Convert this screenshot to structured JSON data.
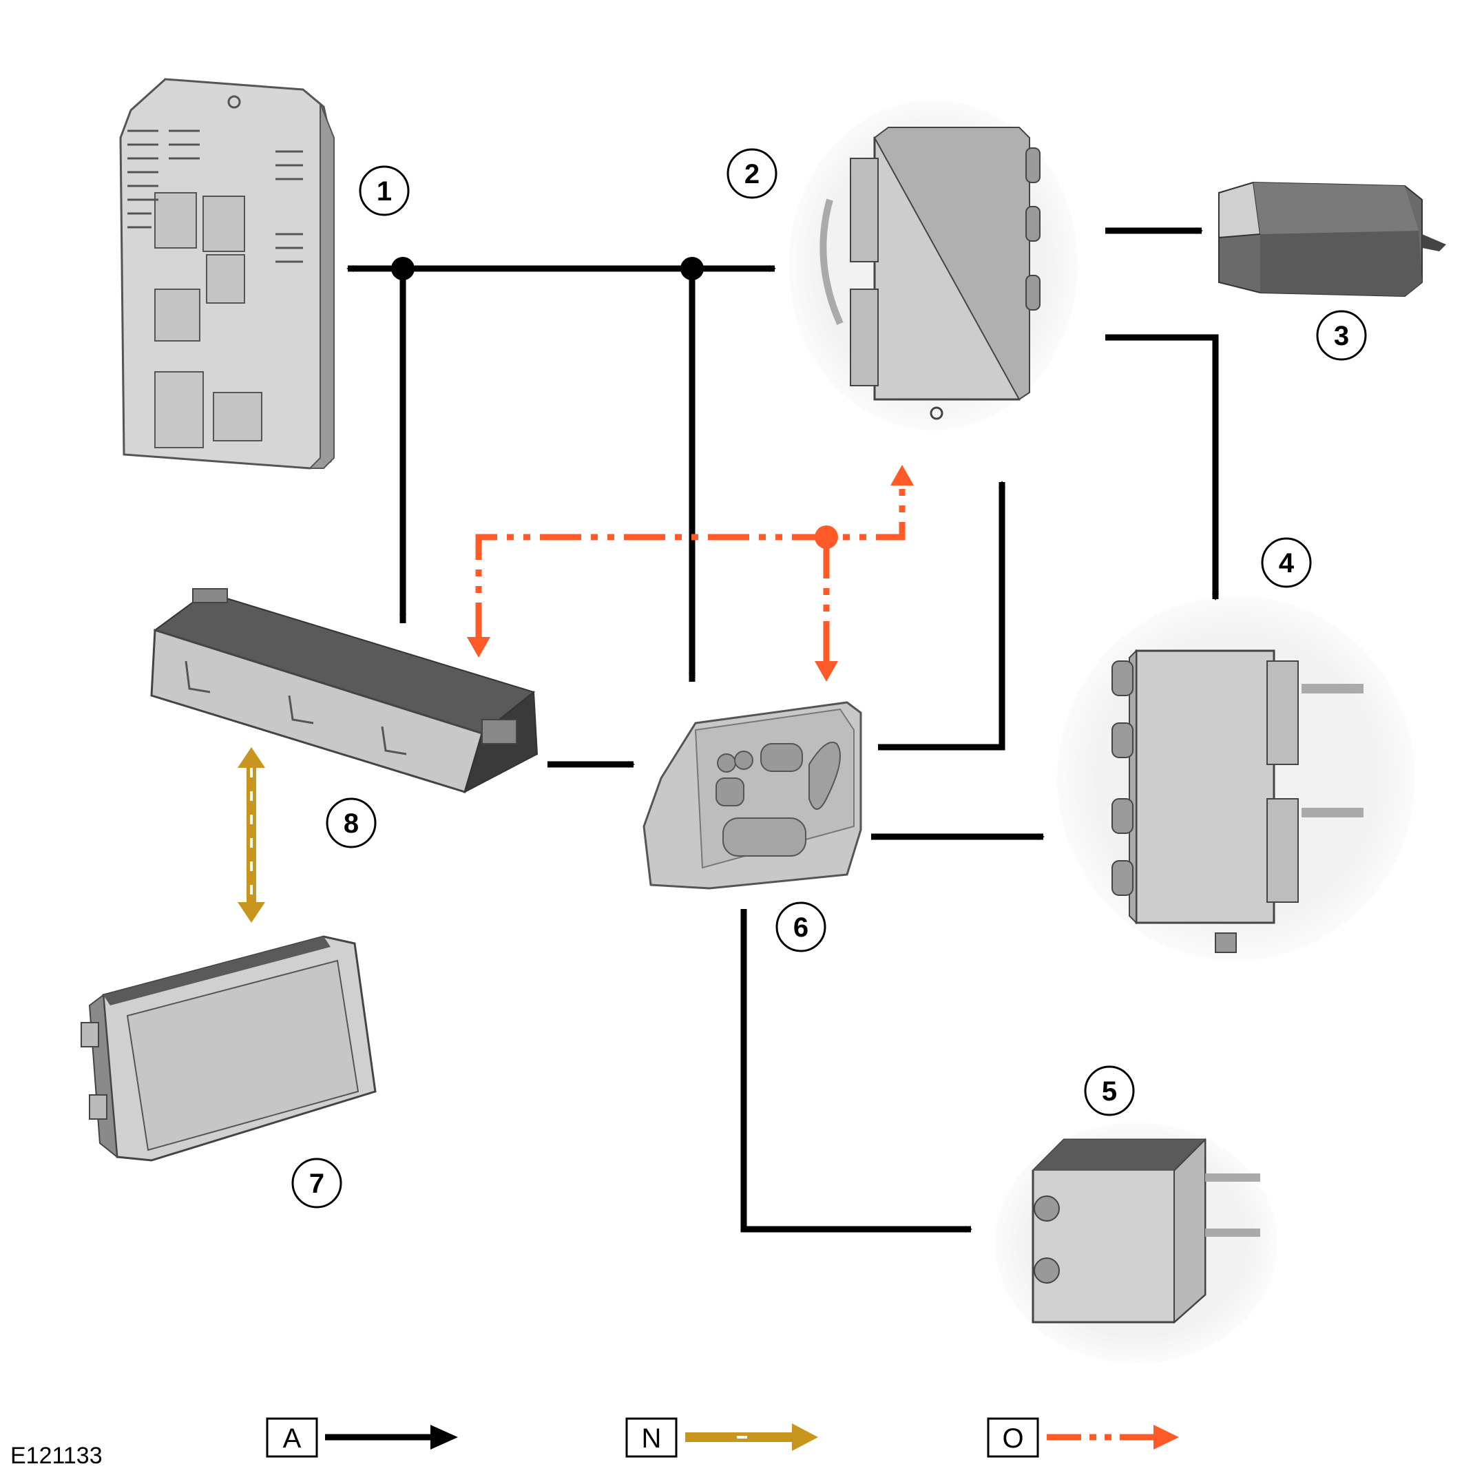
{
  "figure_id": "E121133",
  "callouts": [
    "1",
    "2",
    "3",
    "4",
    "5",
    "6",
    "7",
    "8"
  ],
  "legend": [
    {
      "key": "A",
      "color": "#000000",
      "style": "solid"
    },
    {
      "key": "N",
      "color": "#c8961e",
      "style": "dashed-white"
    },
    {
      "key": "O",
      "color": "#ff5a28",
      "style": "dash-dot-dot"
    }
  ],
  "colors": {
    "line_a": "#000000",
    "line_n": "#c8961e",
    "line_o": "#ff5a28",
    "component_light": "#d4d4d4",
    "component_mid": "#b8b8b8",
    "component_dark": "#5a5a5a"
  },
  "icons": [
    "fuse-box-icon",
    "seat-module-icon",
    "lumbar-pump-icon",
    "seat-module-icon",
    "seat-module-icon",
    "seat-switch-icon",
    "touch-screen-icon",
    "control-module-icon"
  ]
}
